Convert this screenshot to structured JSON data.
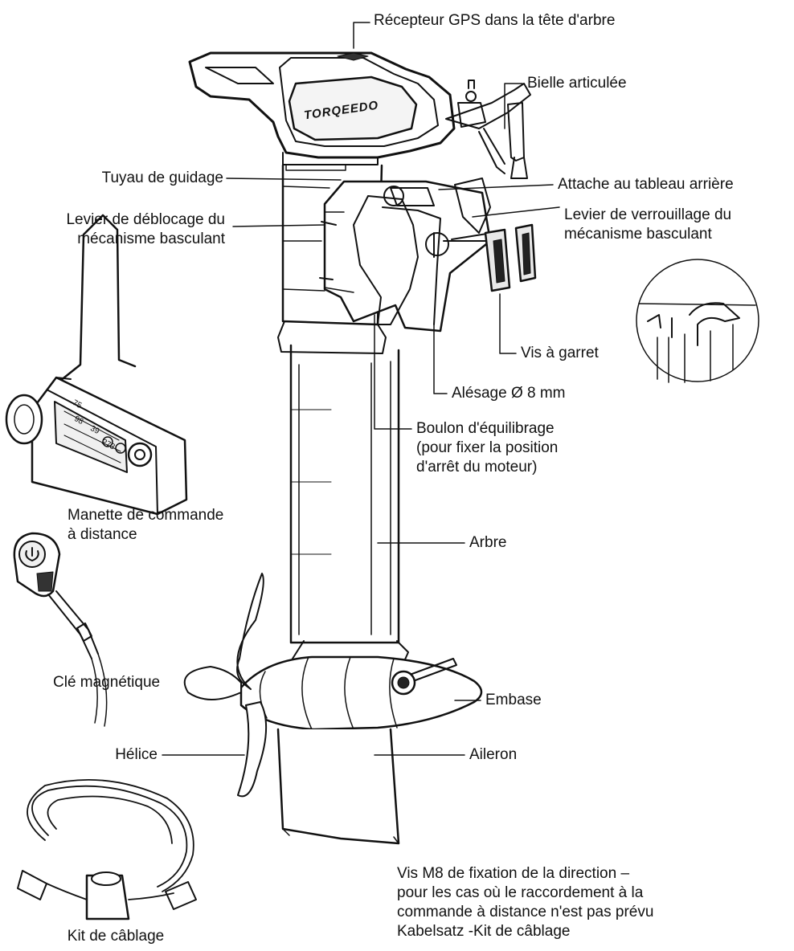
{
  "brand": "TORQEEDO",
  "display": {
    "r1": "75",
    "r2": "98",
    "r3": "39",
    "r4": "273"
  },
  "labels": {
    "gps": "Récepteur GPS dans la tête d'arbre",
    "bielle": "Bielle articulée",
    "tuyau": "Tuyau de guidage",
    "attache": "Attache au tableau arrière",
    "deblocage_1": "Levier de déblocage du",
    "deblocage_2": "mécanisme basculant",
    "verrouillage_1": "Levier de verrouillage du",
    "verrouillage_2": "mécanisme basculant",
    "vis_garret": "Vis à garret",
    "alesage": "Alésage Ø 8 mm",
    "boulon_1": "Boulon d'équilibrage",
    "boulon_2": "(pour fixer la position",
    "boulon_3": "d'arrêt du moteur)",
    "manette_1": "Manette de commande",
    "manette_2": "à distance",
    "arbre": "Arbre",
    "cle": "Clé magnétique",
    "embase": "Embase",
    "helice": "Hélice",
    "aileron": "Aileron",
    "vis_m8_1": "Vis M8 de fixation de la direction –",
    "vis_m8_2": "pour les cas où le raccordement à la",
    "vis_m8_3": "commande à distance n'est pas prévu",
    "vis_m8_4": "Kabelsatz -Kit de câblage",
    "kit": "Kit de câblage"
  }
}
